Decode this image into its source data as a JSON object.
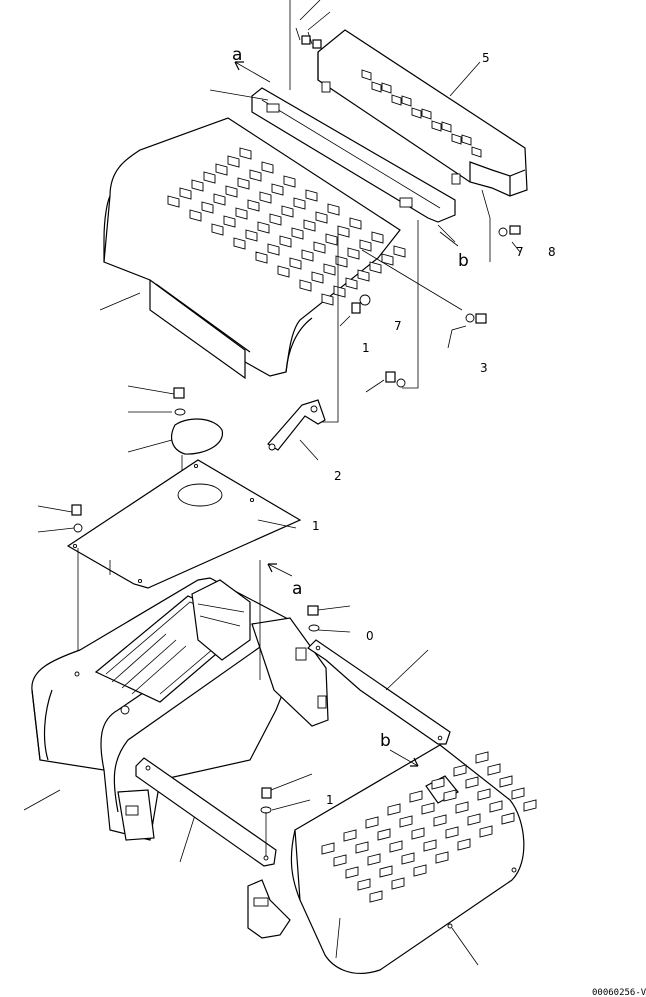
{
  "diagram": {
    "view_refs": {
      "a_upper": "a",
      "b_upper": "b",
      "a_lower": "a",
      "b_lower": "b"
    },
    "callouts": {
      "c5": "5",
      "c8_right": "8",
      "c7_right": "7",
      "c7_mid": "7",
      "c1_mid": "1",
      "c3": "3",
      "c2": "2",
      "c1_plate": "1",
      "c0_bolt": "0",
      "c1_bottom": "1"
    },
    "drawing_code": "00060256-V"
  }
}
